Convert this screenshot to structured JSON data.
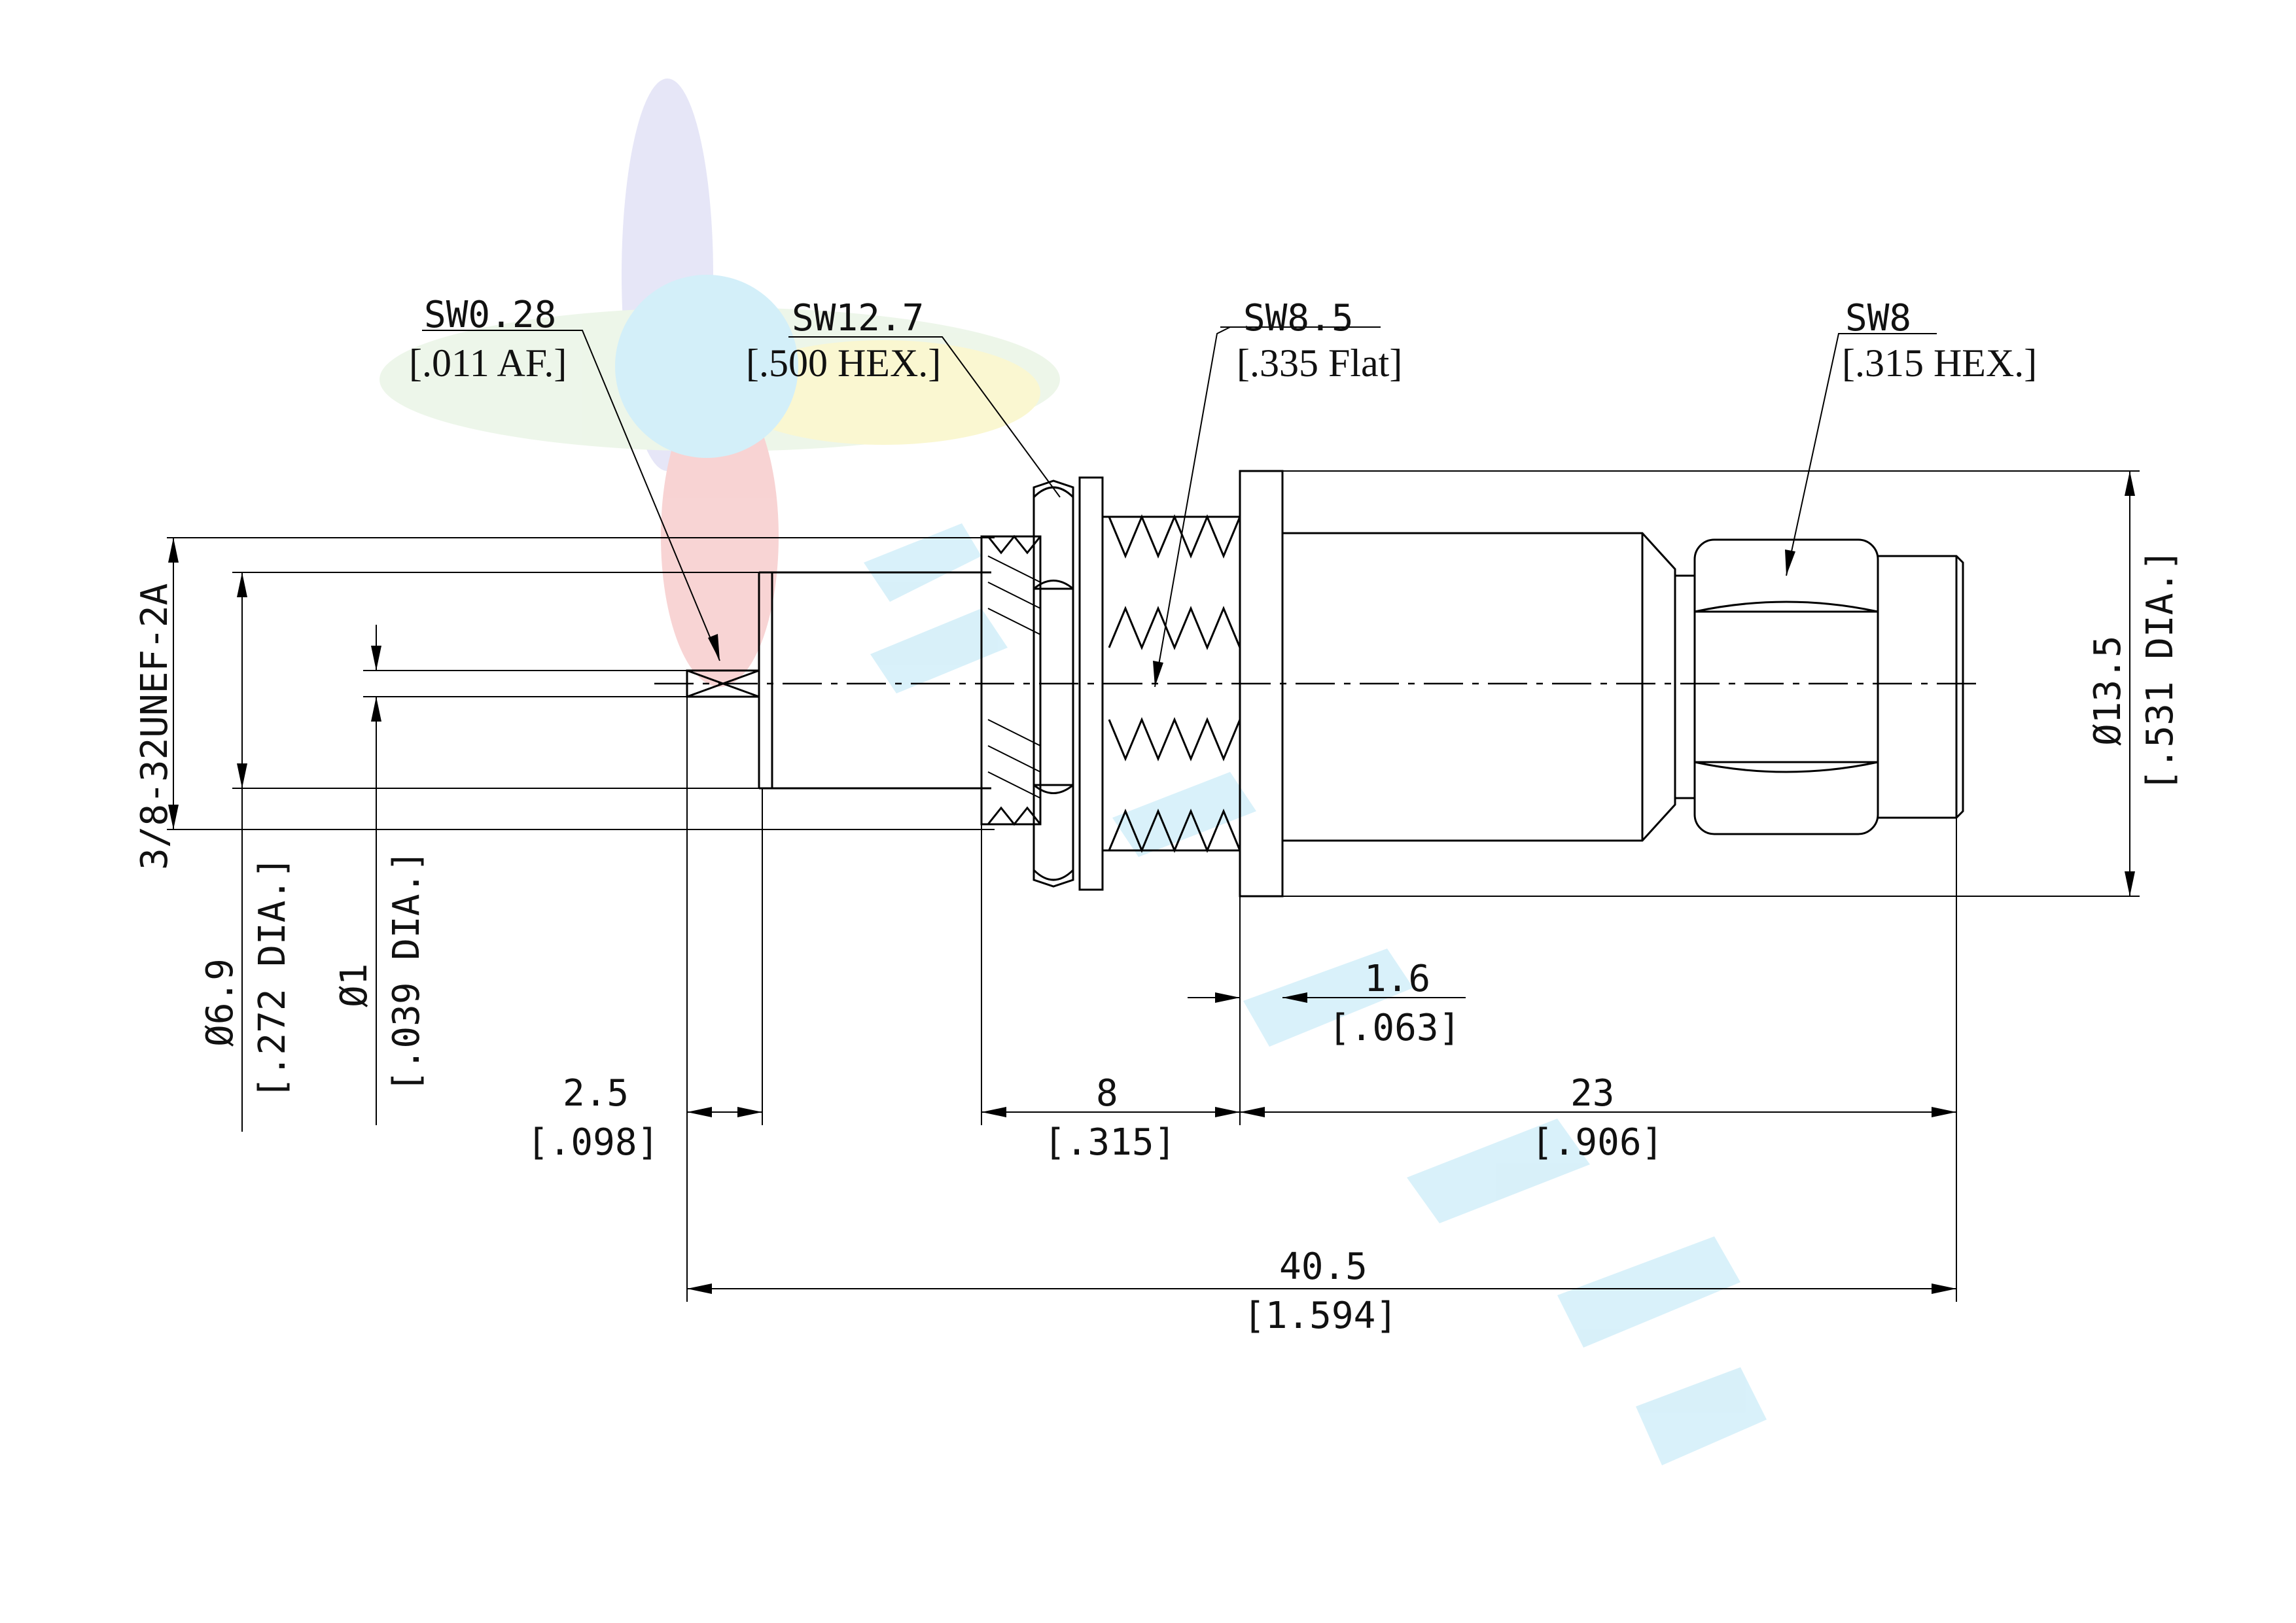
{
  "callouts": {
    "sw028": {
      "top": "SW0.28",
      "bottom": "[.011 AF.]"
    },
    "sw127": {
      "top": "SW12.7",
      "bottom": "[.500 HEX.]"
    },
    "sw85": {
      "top": "SW8.5",
      "bottom": "[.335 Flat]"
    },
    "sw8": {
      "top": "SW8",
      "bottom": "[.315 HEX.]"
    }
  },
  "dims": {
    "thread": "3/8-32UNEF-2A",
    "d69": {
      "top": "Ø6.9",
      "bottom": "[.272 DIA.]"
    },
    "d1": {
      "top": "Ø1",
      "bottom": "[.039 DIA.]"
    },
    "d135": {
      "top": "Ø13.5",
      "bottom": "[.531 DIA.]"
    },
    "l16": {
      "top": "1.6",
      "bottom": "[.063]"
    },
    "l25": {
      "top": "2.5",
      "bottom": "[.098]"
    },
    "l8": {
      "top": "8",
      "bottom": "[.315]"
    },
    "l23": {
      "top": "23",
      "bottom": "[.906]"
    },
    "l405": {
      "top": "40.5",
      "bottom": "[1.594]"
    }
  },
  "colors": {
    "line": "#000000",
    "watermark_blue": "#9fdcf2",
    "watermark_red": "#f0a0a0",
    "watermark_yellow": "#f6ef9a"
  }
}
